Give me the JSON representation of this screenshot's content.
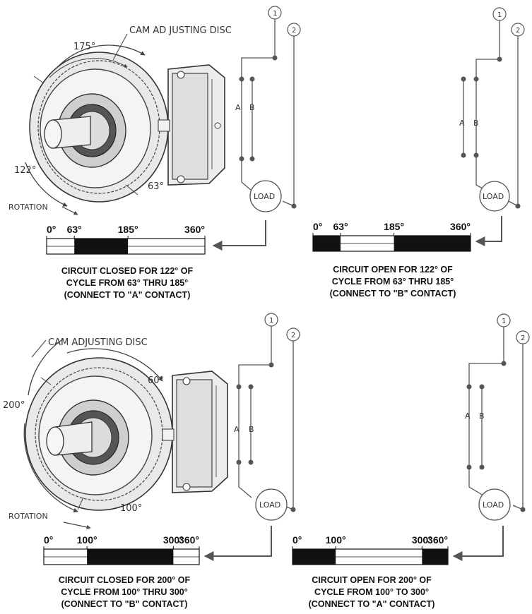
{
  "colors": {
    "ink": "#1a1a1a",
    "wire": "#555555",
    "dark": "#111111",
    "light": "#ffffff"
  },
  "terminals": {
    "one": "1",
    "two": "2"
  },
  "contacts": {
    "a": "A",
    "b": "B"
  },
  "load_label": "LOAD",
  "rotation_label": "ROTATION",
  "cam_label_top": "CAM AD JUSTING DISC",
  "cam_label_bottom": "CAM ADJUSTING DISC",
  "panels": [
    {
      "angles": {
        "a1": "175°",
        "a2": "122°",
        "a3": "63°"
      },
      "bar": {
        "segments": [
          [
            63,
            185
          ]
        ]
      },
      "scale_labels": [
        "0°",
        "63°",
        "185°",
        "360°"
      ],
      "caption": [
        "CIRCUIT CLOSED FOR 122° OF",
        "CYCLE FROM 63° THRU 185°",
        "(CONNECT TO \"A\" CONTACT)"
      ]
    },
    {
      "bar": {
        "segments": [
          [
            0,
            63
          ],
          [
            185,
            360
          ]
        ]
      },
      "scale_labels": [
        "0°",
        "63°",
        "185°",
        "360°"
      ],
      "caption": [
        "CIRCUIT OPEN FOR 122° OF",
        "CYCLE FROM 63° THRU 185°",
        "(CONNECT TO \"B\" CONTACT)"
      ]
    },
    {
      "angles": {
        "a1": "60°",
        "a2": "200°",
        "a3": "100°"
      },
      "bar": {
        "segments": [
          [
            100,
            300
          ]
        ]
      },
      "scale_labels": [
        "0°",
        "100°",
        "300°",
        "360°"
      ],
      "caption": [
        "CIRCUIT CLOSED FOR 200° OF",
        "CYCLE FROM 100° THRU 300°",
        "(CONNECT TO \"B\" CONTACT)"
      ]
    },
    {
      "bar": {
        "segments": [
          [
            0,
            100
          ],
          [
            300,
            360
          ]
        ]
      },
      "scale_labels": [
        "0°",
        "100°",
        "300°",
        "360°"
      ],
      "caption": [
        "CIRCUIT OPEN FOR 200° OF",
        "CYCLE FROM 100° TO 300°",
        "(CONNECT TO \"A\" CONTACT)"
      ]
    }
  ]
}
